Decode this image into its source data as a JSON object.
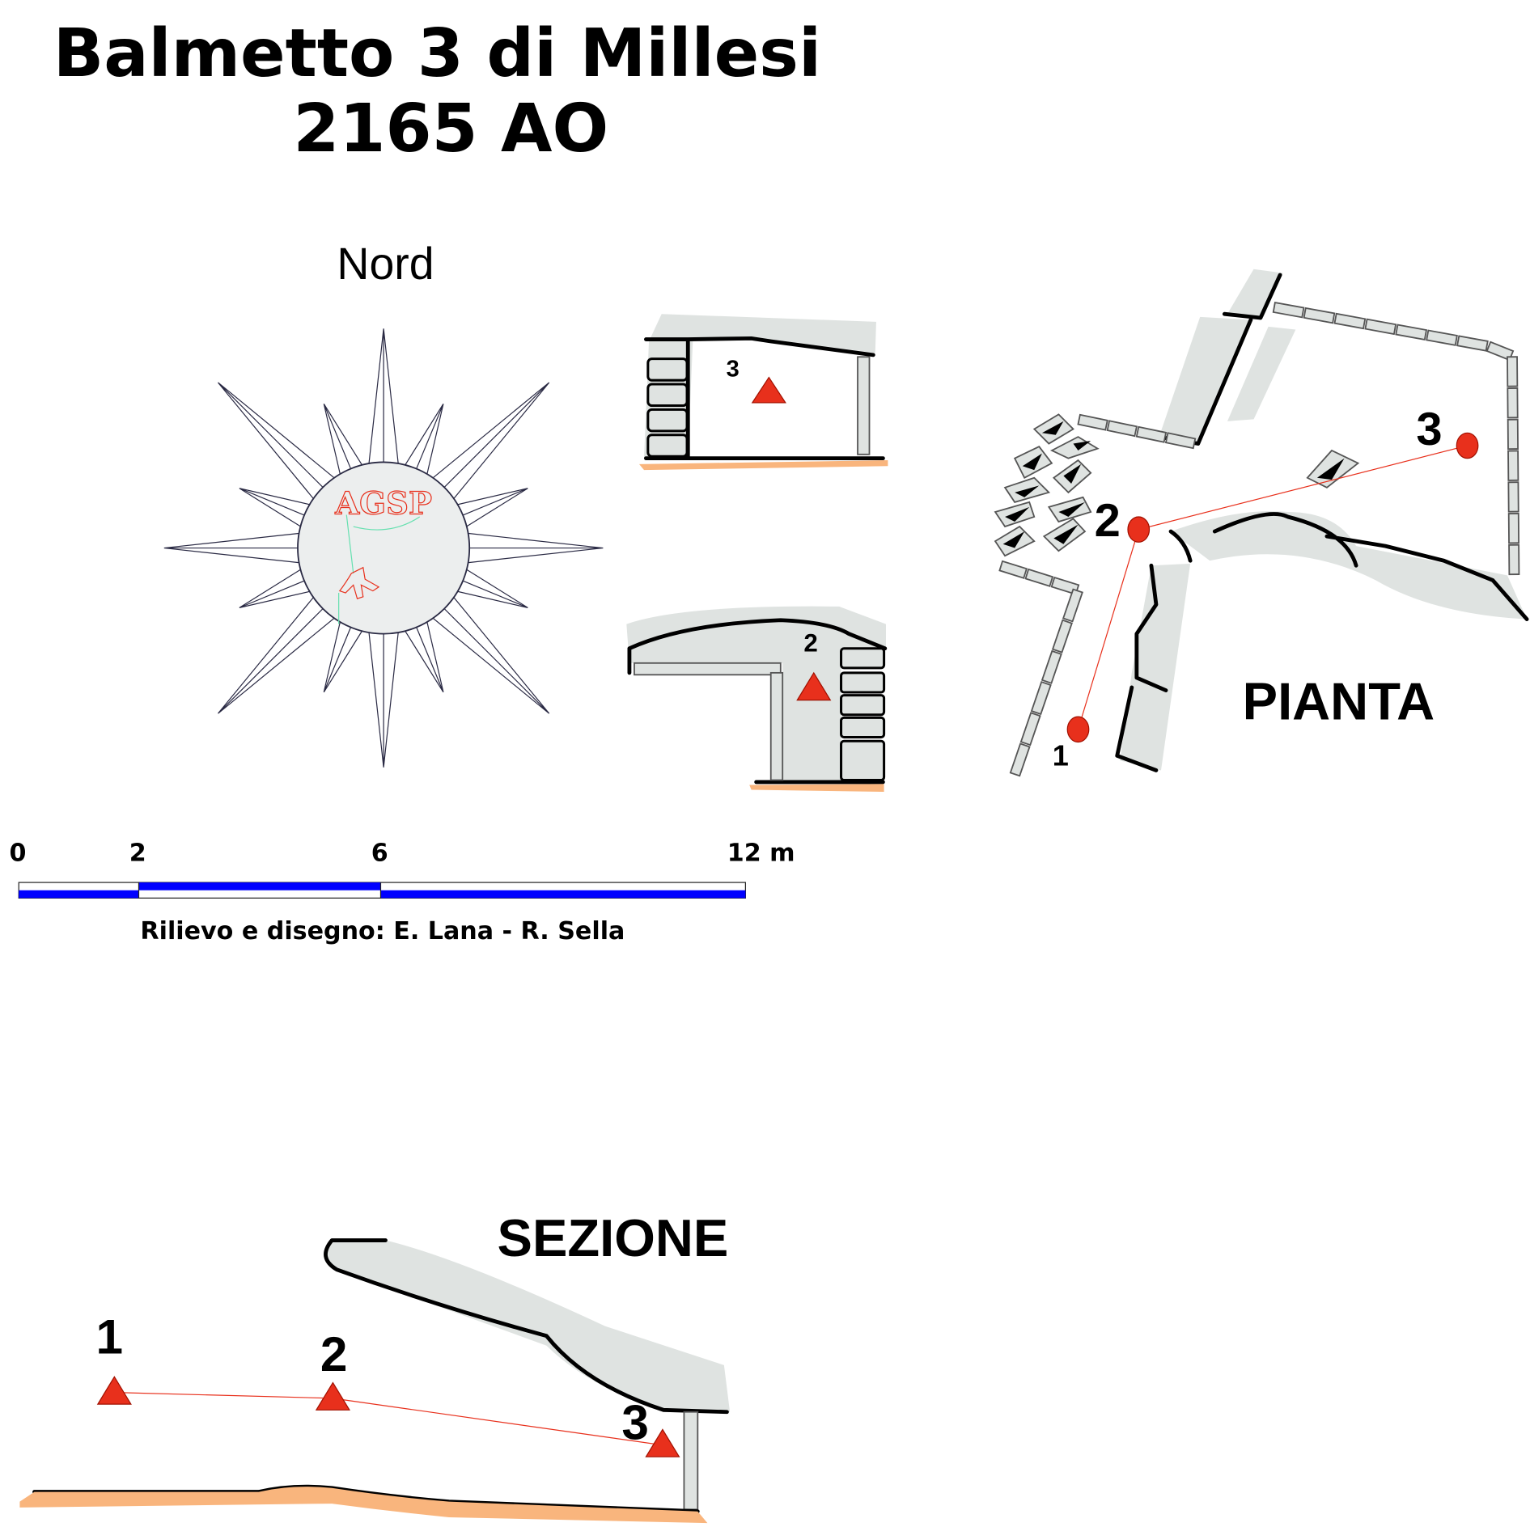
{
  "title": {
    "line1": "Balmetto 3 di Millesi",
    "line2": "2165 AO"
  },
  "compass": {
    "label": "Nord",
    "logo_text": "AGSP"
  },
  "plan": {
    "label": "PIANTA",
    "stations": [
      "1",
      "2",
      "3"
    ]
  },
  "cross_sections": [
    {
      "station": "3"
    },
    {
      "station": "2"
    }
  ],
  "scale_bar": {
    "ticks": [
      "0",
      "2",
      "6",
      "12 m"
    ],
    "color": "#0000ff"
  },
  "credits": "Rilievo e disegno: E. Lana - R. Sella",
  "section": {
    "label": "SEZIONE",
    "stations": [
      "1",
      "2",
      "3"
    ]
  },
  "colors": {
    "station": "#e8301c",
    "rock": "#dfe3e1",
    "floor": "#f9b57d"
  }
}
